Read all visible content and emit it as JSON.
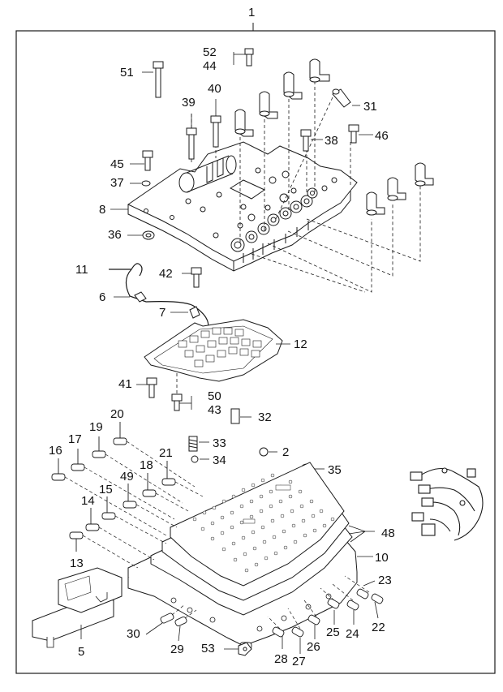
{
  "diagram": {
    "type": "exploded-parts-diagram",
    "line_color": "#1a1a1a",
    "background": "#ffffff",
    "labels": {
      "n1": "1",
      "n2": "2",
      "n5": "5",
      "n6": "6",
      "n7": "7",
      "n8": "8",
      "n10": "10",
      "n11": "11",
      "n12": "12",
      "n13": "13",
      "n14": "14",
      "n15": "15",
      "n16": "16",
      "n17": "17",
      "n18": "18",
      "n19": "19",
      "n20": "20",
      "n21": "21",
      "n22": "22",
      "n23": "23",
      "n24": "24",
      "n25": "25",
      "n26": "26",
      "n27": "27",
      "n28": "28",
      "n29": "29",
      "n30": "30",
      "n31": "31",
      "n32": "32",
      "n33": "33",
      "n34": "34",
      "n35": "35",
      "n36": "36",
      "n37": "37",
      "n38": "38",
      "n39": "39",
      "n40": "40",
      "n41": "41",
      "n42": "42",
      "n43": "43",
      "n44": "44",
      "n45": "45",
      "n46": "46",
      "n48": "48",
      "n49": "49",
      "n50": "50",
      "n51": "51",
      "n52": "52",
      "n53": "53"
    }
  }
}
